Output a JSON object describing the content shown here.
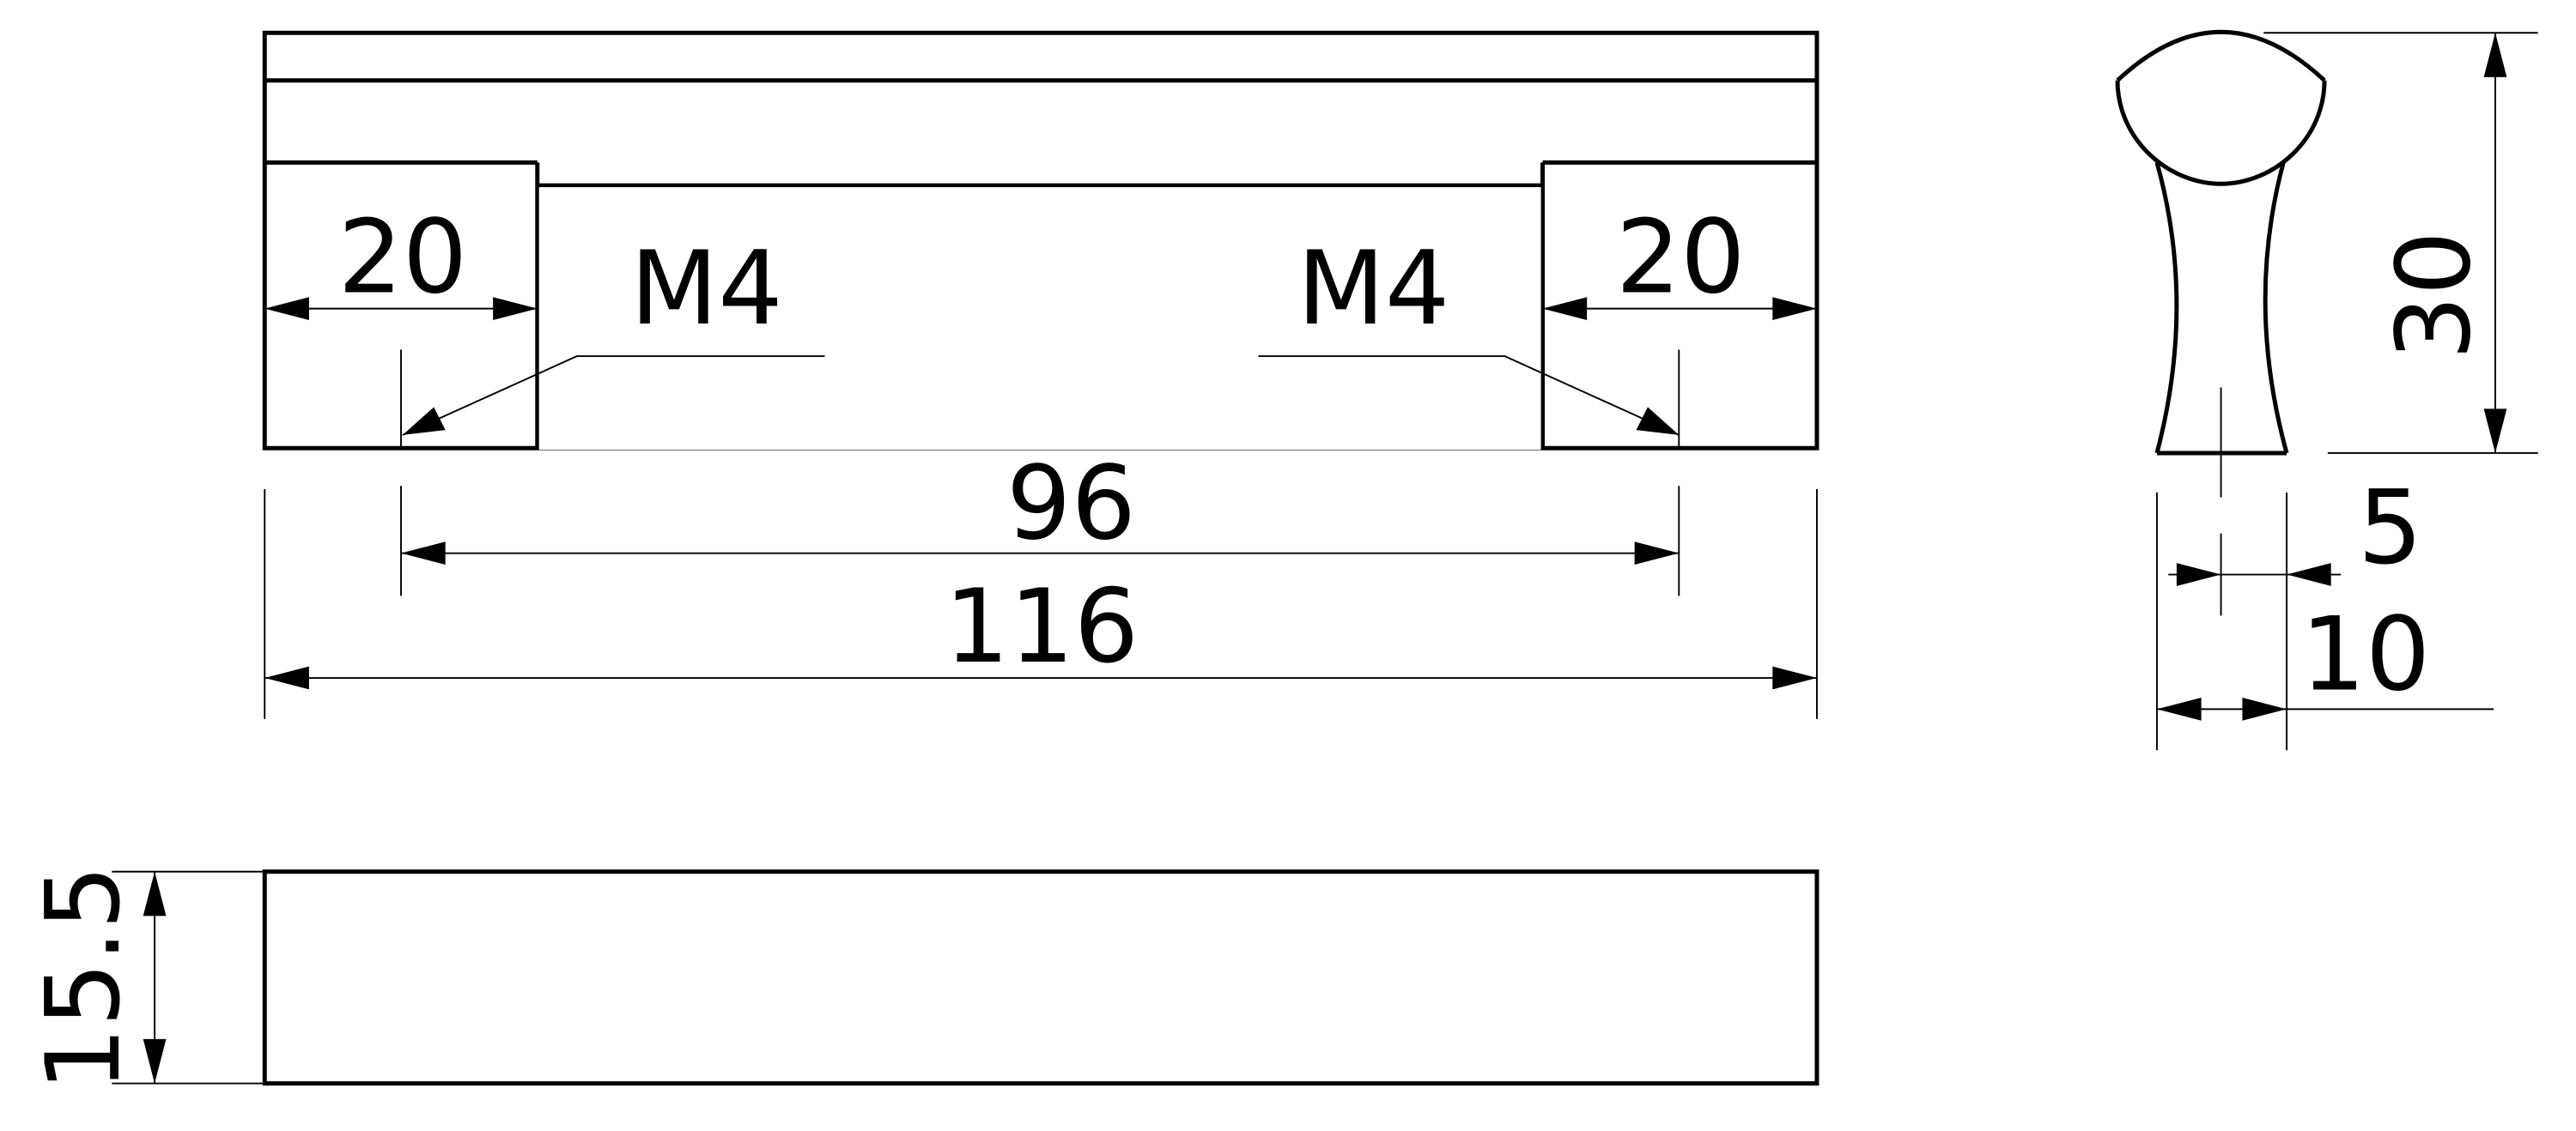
{
  "drawing": {
    "top_view": {
      "left_foot_width": "20",
      "right_foot_width": "20",
      "left_thread": "M4",
      "right_thread": "M4",
      "hole_spacing": "96",
      "overall_length": "116"
    },
    "bottom_view": {
      "height": "15.5"
    },
    "side_view": {
      "height": "30",
      "half_width": "5",
      "base_width": "10"
    }
  }
}
